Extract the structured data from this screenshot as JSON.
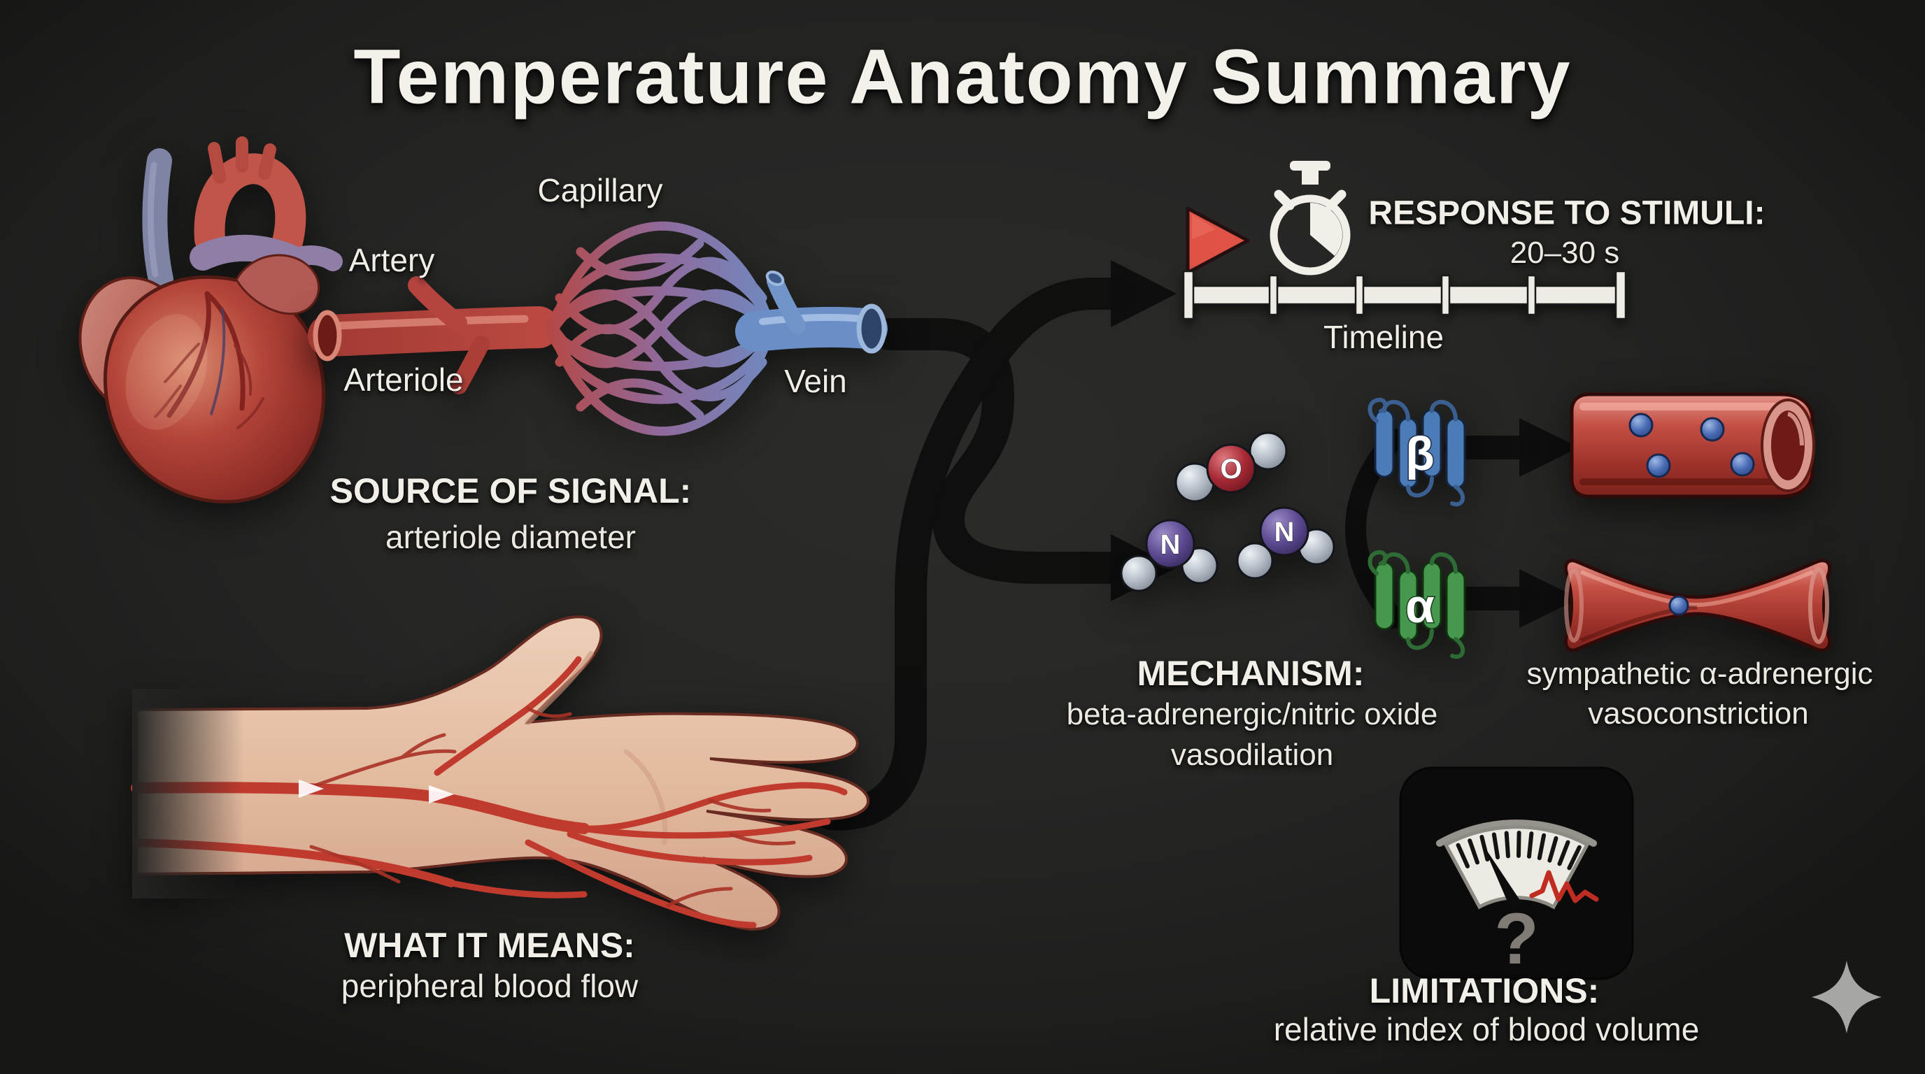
{
  "title": "Temperature Anatomy Summary",
  "vessel_diagram": {
    "capillary_label": "Capillary",
    "artery_label": "Artery",
    "arteriole_label": "Arteriole",
    "vein_label": "Vein"
  },
  "source_of_signal": {
    "heading": "SOURCE OF SIGNAL:",
    "description": "arteriole diameter"
  },
  "what_it_means": {
    "heading": "WHAT IT MEANS:",
    "description": "peripheral blood flow"
  },
  "response": {
    "heading": "RESPONSE TO STIMULI:",
    "duration": "20–30 s",
    "timeline_label": "Timeline"
  },
  "mechanism": {
    "heading": "MECHANISM:",
    "line1": "beta-adrenergic/nitric oxide",
    "line2": "vasodilation"
  },
  "vasoconstriction": {
    "line1": "sympathetic α-adrenergic",
    "line2": "vasoconstriction"
  },
  "limitations": {
    "heading": "LIMITATIONS:",
    "description": "relative index of blood volume",
    "question_mark": "?"
  },
  "molecules": {
    "oxygen_symbol": "O",
    "nitrogen_symbol": "N"
  },
  "receptors": {
    "beta_symbol": "β",
    "alpha_symbol": "α"
  },
  "colors": {
    "background": "#262625",
    "arrow_black": "#0e0e0e",
    "artery_red": "#b5443e",
    "vein_blue": "#6a8ec5",
    "play_red": "#df5346",
    "beta_receptor_blue": "#4c7cb8",
    "alpha_receptor_green": "#47984f",
    "vessel_red": "#b23a33",
    "blood_cell_blue": "#4a6cb4",
    "ecg_red": "#bf2d22"
  }
}
